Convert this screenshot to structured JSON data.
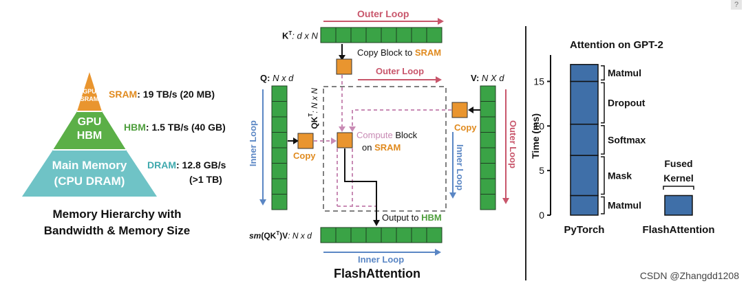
{
  "pyramid": {
    "tiers": [
      {
        "label_line1": "GPU",
        "label_line2": "SRAM",
        "name": "SRAM",
        "spec": ": 19 TB/s (20 MB)",
        "color": "#E9952F",
        "name_color": "#E08A1E"
      },
      {
        "label_line1": "GPU",
        "label_line2": "HBM",
        "name": "HBM",
        "spec": ": 1.5 TB/s (40 GB)",
        "color": "#5BAF47",
        "name_color": "#4E9E3C"
      },
      {
        "label_line1": "Main Memory",
        "label_line2": "(CPU DRAM)",
        "name": "DRAM",
        "spec": ": 12.8 GB/s",
        "spec_line2": "(>1 TB)",
        "color": "#6FC3C6",
        "name_color": "#3FA9AD"
      }
    ],
    "caption_line1": "Memory Hierarchy with",
    "caption_line2": "Bandwidth & Memory Size"
  },
  "flash": {
    "outer_loop_top": "Outer Loop",
    "outer_loop_mid": "Outer Loop",
    "outer_loop_right": "Outer Loop",
    "inner_loop_left": "Inner Loop",
    "inner_loop_right": "Inner Loop",
    "inner_loop_bottom": "Inner Loop",
    "kt_label": "K",
    "kt_sup": "T",
    "kt_dims": ": d x N",
    "q_label": "Q:",
    "q_dims": " N x d",
    "v_label": "V:",
    "v_dims": " N X d",
    "qkt_label": "QK",
    "qkt_sup": "T",
    "qkt_dims": ": N x N",
    "copy_block_text": "Copy Block to ",
    "copy_block_em": "SRAM",
    "copy_left": "Copy",
    "copy_right": "Copy",
    "compute_line1": "Compute",
    "compute_line1_rest": " Block",
    "compute_line2": "on ",
    "compute_line2_em": "SRAM",
    "output_text": "Output to ",
    "output_em": "HBM",
    "out_label_pre": "sm",
    "out_label_mid": "(QK",
    "out_label_sup": "T",
    "out_label_post": ")V",
    "out_dims": ": N x d",
    "caption": "FlashAttention",
    "colors": {
      "green": "#3AA346",
      "orange": "#E9952F",
      "red": "#C8566B",
      "blue": "#5A86C4",
      "pink": "#C88AB4"
    }
  },
  "chart_data": {
    "type": "bar",
    "title": "Attention on GPT-2",
    "ylabel": "Time (ms)",
    "ylim": [
      0,
      17.5
    ],
    "yticks": [
      "0",
      "5",
      "10",
      "15"
    ],
    "categories": [
      "PyTorch",
      "FlashAttention"
    ],
    "stacks": [
      {
        "category": "PyTorch",
        "segments": [
          {
            "name": "Matmul",
            "value": 2.2
          },
          {
            "name": "Mask",
            "value": 4.5
          },
          {
            "name": "Softmax",
            "value": 3.5
          },
          {
            "name": "Dropout",
            "value": 4.8
          },
          {
            "name": "Matmul",
            "value": 1.9
          }
        ]
      },
      {
        "category": "FlashAttention",
        "segments": [
          {
            "name": "Fused Kernel",
            "value": 2.2
          }
        ]
      }
    ],
    "fused_label_line1": "Fused",
    "fused_label_line2": "Kernel",
    "bar_color": "#3F6FA8"
  },
  "watermark": "CSDN @Zhangdd1208",
  "help_glyph": "?"
}
